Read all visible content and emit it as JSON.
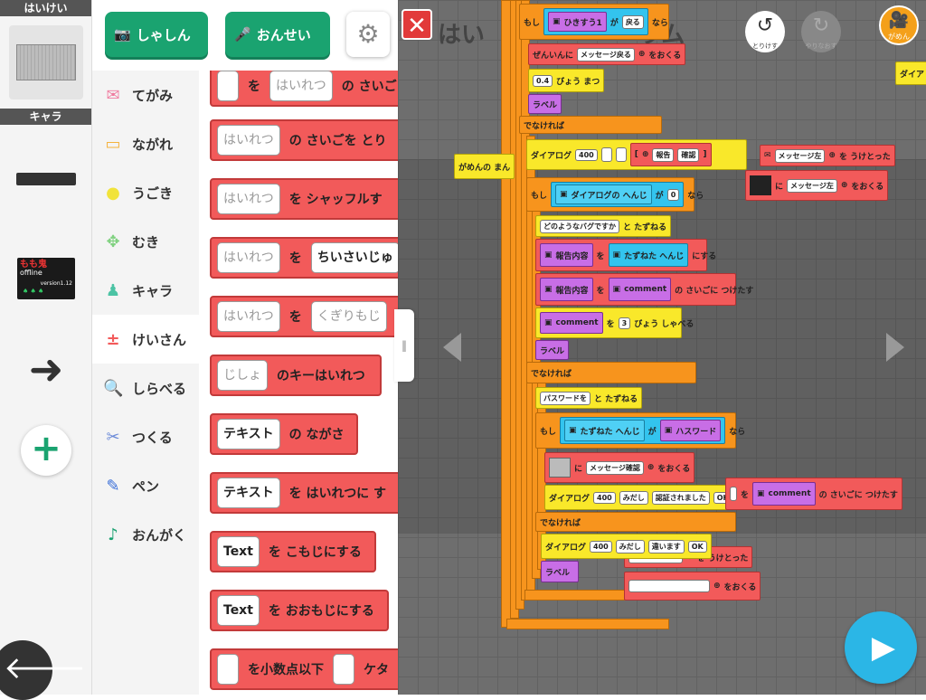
{
  "left_panel": {
    "bg_header": "はいけい",
    "char_header": "キャラ",
    "char2": {
      "title": "もも鬼",
      "sub": "offline",
      "version": "version1.12"
    },
    "add_icon": "+",
    "back_icon": "🡐"
  },
  "top_buttons": {
    "photo": "しゃしん",
    "sound": "おんせい",
    "settings_icon": "⚙"
  },
  "categories": [
    {
      "label": "てがみ",
      "icon": "✉",
      "color": "#f07ca0"
    },
    {
      "label": "ながれ",
      "icon": "▭",
      "color": "#f4b23d"
    },
    {
      "label": "うごき",
      "icon": "●",
      "color": "#f1e33a"
    },
    {
      "label": "むき",
      "icon": "✥",
      "color": "#7fd17f"
    },
    {
      "label": "キャラ",
      "icon": "♟",
      "color": "#4cc3a4"
    },
    {
      "label": "けいさん",
      "icon": "±",
      "color": "#f25a5a"
    },
    {
      "label": "しらべる",
      "icon": "🔍",
      "color": "#2a7fd8"
    },
    {
      "label": "つくる",
      "icon": "✂",
      "color": "#6b8ad8"
    },
    {
      "label": "ペン",
      "icon": "✎",
      "color": "#3a6fd8"
    },
    {
      "label": "おんがく",
      "icon": "♪",
      "color": "#19a070"
    }
  ],
  "palette": [
    {
      "slot": "",
      "slot2": "はいれつ",
      "text": "を",
      "text2": "の さいご"
    },
    {
      "slot": "はいれつ",
      "text": "の さいごを とり"
    },
    {
      "slot": "はいれつ",
      "text": "を シャッフルす"
    },
    {
      "slot": "はいれつ",
      "text": "を",
      "slot2": "ちいさいじゅ"
    },
    {
      "slot": "はいれつ",
      "text": "を",
      "slot2": "くぎりもじ"
    },
    {
      "slot": "じしょ",
      "text": "のキーはいれつ"
    },
    {
      "slot": "テキスト",
      "text": "の ながさ"
    },
    {
      "slot": "テキスト",
      "text": "を はいれつに す"
    },
    {
      "slot": "Text",
      "text": "を こもじにする"
    },
    {
      "slot": "Text",
      "text": "を おおもじにする"
    },
    {
      "slot": "",
      "text": "を小数点以下",
      "text2": "ケタ"
    }
  ],
  "workspace": {
    "close": "✕",
    "title_a": "はい",
    "title_b": "ラム",
    "undo_icon": "↺",
    "undo_label": "とりけす",
    "redo_icon": "↻",
    "redo_label": "やりなおす",
    "camera_icon": "🎥",
    "camera_label": "がめん",
    "play_icon": "▶",
    "blocks": {
      "if1": "もし",
      "if1_var": "ひきすう1",
      "if1_ga": "が",
      "if1_val": "戻る",
      "if1_nara": "なら",
      "broadcast_pre": "ぜんいんに",
      "broadcast_msg": "メッセージ戻る",
      "broadcast_post": "をおくる",
      "wait_val": "0.4",
      "wait_text": "びょう まつ",
      "label1": "ラベル",
      "else1": "でなければ",
      "dialog1": "ダイアログ",
      "dialog1_val": "400",
      "dialog1_b1": "[",
      "dialog1_opt1": "報告",
      "dialog1_opt2": "確認",
      "dialog1_b2": "]",
      "recv_msg": "メッセージ左",
      "recv_text": "を うけとった",
      "gamen_msg": "がめんの まん",
      "send_ni": "に",
      "send_msg": "メッセージ左",
      "send_text": "をおくる",
      "array_right": "ダイア",
      "if2": "もし",
      "if2_var": "ダイアログの へんじ",
      "if2_ga": "が",
      "if2_val": "0",
      "if2_nara": "なら",
      "ask1": "どのようなバグですか",
      "ask1_text": "と たずねる",
      "set1_var": "報告内容",
      "set1_wo": "を",
      "set1_val": "たずねた へんじ",
      "set1_text": "にする",
      "add1_var": "報告内容",
      "add1_wo": "を",
      "add1_val": "comment",
      "add1_text": "の さいごに つけたす",
      "say_var": "comment",
      "say_wo": "を",
      "say_val": "3",
      "say_text": "びょう しゃべる",
      "label2": "ラベル",
      "else2": "でなければ",
      "ask2": "パスワードを",
      "ask2_text": "と たずねる",
      "if3": "もし",
      "if3_var": "たずねた へんじ",
      "if3_ga": "が",
      "if3_val": "ハスワード",
      "if3_nara": "なら",
      "send2_ni": "に",
      "send2_msg": "メッセージ確認",
      "send2_text": "をおくる",
      "dialog2": "ダイアログ",
      "dialog2_val": "400",
      "dialog2_title": "みだし",
      "dialog2_msg": "認証されました",
      "dialog2_ok": "OK",
      "add2_wo": "を",
      "add2_val": "comment",
      "add2_text": "の さいごに つけたす",
      "else3": "でなければ",
      "dialog3": "ダイアログ",
      "dialog3_val": "400",
      "dialog3_title": "みだし",
      "dialog3_msg": "違います",
      "dialog3_ok": "OK",
      "recv2_text": "を うけとった",
      "label3": "ラベル",
      "send3_text": "をおくる"
    }
  }
}
